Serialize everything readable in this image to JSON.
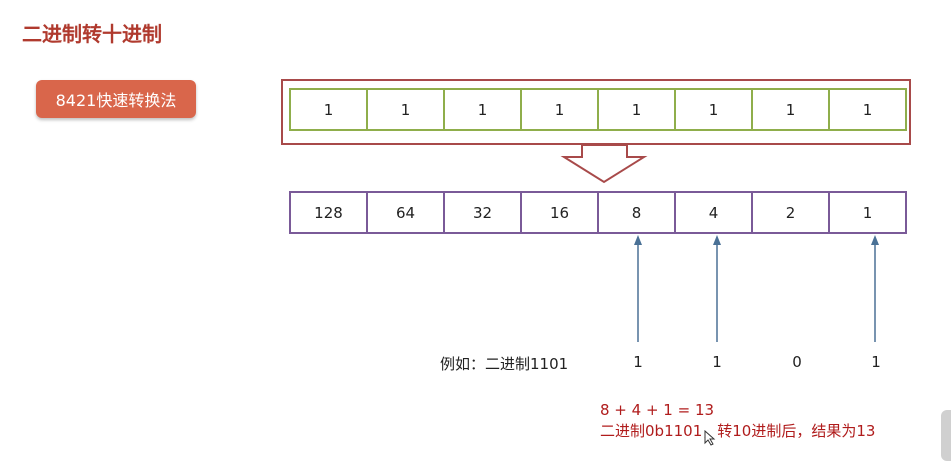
{
  "title": "二进制转十进制",
  "method": "8421快速转换法",
  "bits": [
    "1",
    "1",
    "1",
    "1",
    "1",
    "1",
    "1",
    "1"
  ],
  "weights": [
    "128",
    "64",
    "32",
    "16",
    "8",
    "4",
    "2",
    "1"
  ],
  "example": {
    "label": "例如：二进制1101",
    "digits": [
      "1",
      "1",
      "0",
      "1"
    ]
  },
  "result": {
    "sum": "8 + 4 + 1 = 13",
    "conclusion": "二进制0b1101，转10进制后，结果为13"
  },
  "colors": {
    "title": "#b03a2e",
    "badge": "#d9664b",
    "outer_frame": "#a84a4a",
    "bit_border": "#8fae4b",
    "weight_border": "#7a5a98",
    "arrow": "#4a7196",
    "result_text": "#b01c1c"
  }
}
